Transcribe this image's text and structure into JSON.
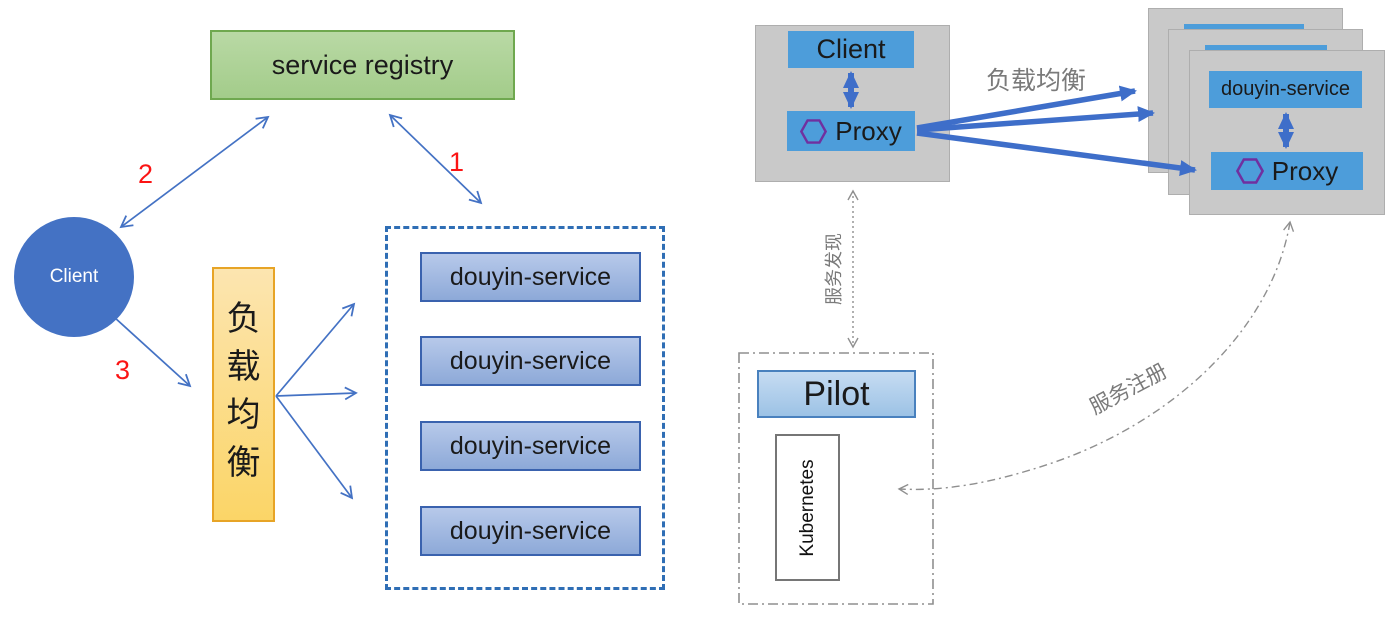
{
  "colors": {
    "green-fill": "#a3cc8a",
    "green-light": "#b9d9a5",
    "green-border": "#6fa84f",
    "circle-blue": "#4472c4",
    "orange-fill": "#fbd567",
    "orange-light": "#fce5b0",
    "orange-border": "#e7a426",
    "pool-border": "#2f6eb5",
    "svc-fill": "#8da9d8",
    "svc-light": "#b7c9ea",
    "svc-border": "#3a62ae",
    "step-red": "#fb1414",
    "gray-fill": "#c9c9c9",
    "gray-border": "#aeaeae",
    "sky-blue": "#4d9dda",
    "hex-purple": "#7030a0",
    "thin-arrow-blue": "#4472c4",
    "thick-arrow-blue": "#3e6ec9",
    "label-gray": "#7a7a7a",
    "line-gray": "#8f8f8f",
    "pilot-fill": "#9cc2e5",
    "pilot-light": "#c6dcf2",
    "pilot-border": "#4981be",
    "k8s-border": "#767676"
  },
  "left": {
    "registry_label": "service registry",
    "client_label": "Client",
    "load_balancer_label": "负载均衡",
    "steps": {
      "one": "1",
      "two": "2",
      "three": "3"
    },
    "services": [
      "douyin-service",
      "douyin-service",
      "douyin-service",
      "douyin-service"
    ]
  },
  "right": {
    "client_label": "Client",
    "proxy_label": "Proxy",
    "load_balancing_label": "负载均衡",
    "service_discovery_label": "服务发现",
    "service_registration_label": "服务注册",
    "replica": {
      "service_label": "douyin-service",
      "proxy_label": "Proxy"
    },
    "pilot_label": "Pilot",
    "kubernetes_label": "Kubernetes"
  }
}
